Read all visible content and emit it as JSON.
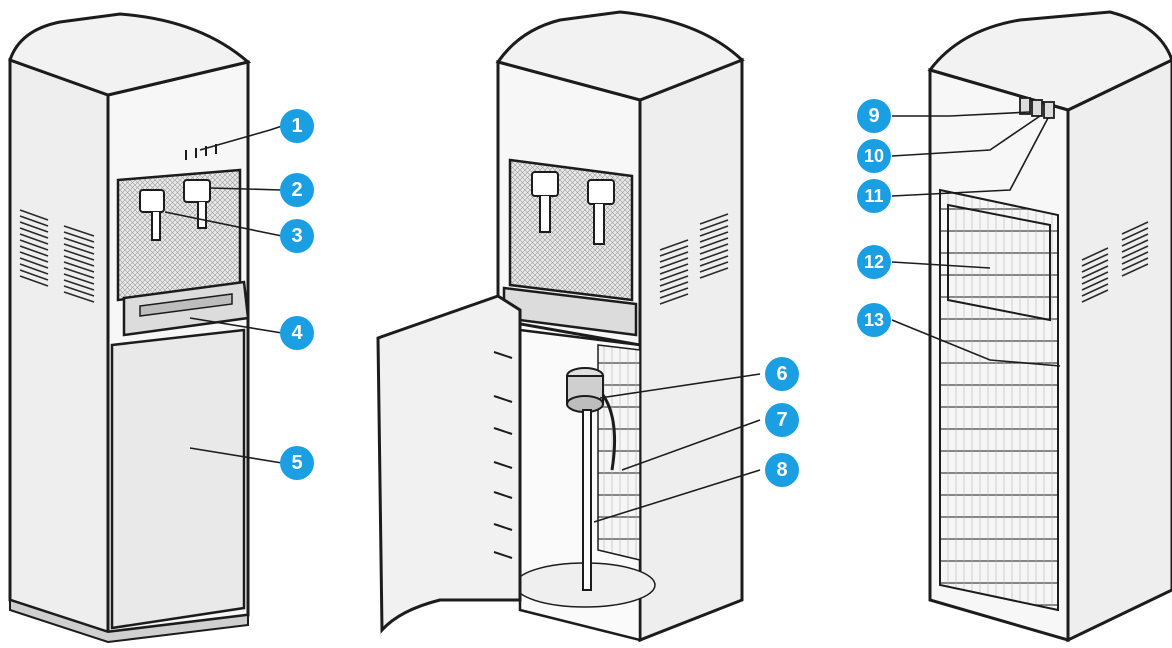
{
  "colors": {
    "badge": "#1a9fe3",
    "badge_text": "#ffffff",
    "outline": "#1c1c1c",
    "body": "#f3f3f3",
    "body_shade": "#e2e2e2",
    "grille": "#8a8a8a",
    "leader": "#1c1c1c"
  },
  "views": [
    {
      "id": "front",
      "name": "front-view"
    },
    {
      "id": "open",
      "name": "open-door-view"
    },
    {
      "id": "back",
      "name": "rear-view"
    }
  ],
  "callouts": [
    {
      "num": "1"
    },
    {
      "num": "2"
    },
    {
      "num": "3"
    },
    {
      "num": "4"
    },
    {
      "num": "5"
    },
    {
      "num": "6"
    },
    {
      "num": "7"
    },
    {
      "num": "8"
    },
    {
      "num": "9"
    },
    {
      "num": "10"
    },
    {
      "num": "11"
    },
    {
      "num": "12"
    },
    {
      "num": "13"
    }
  ]
}
